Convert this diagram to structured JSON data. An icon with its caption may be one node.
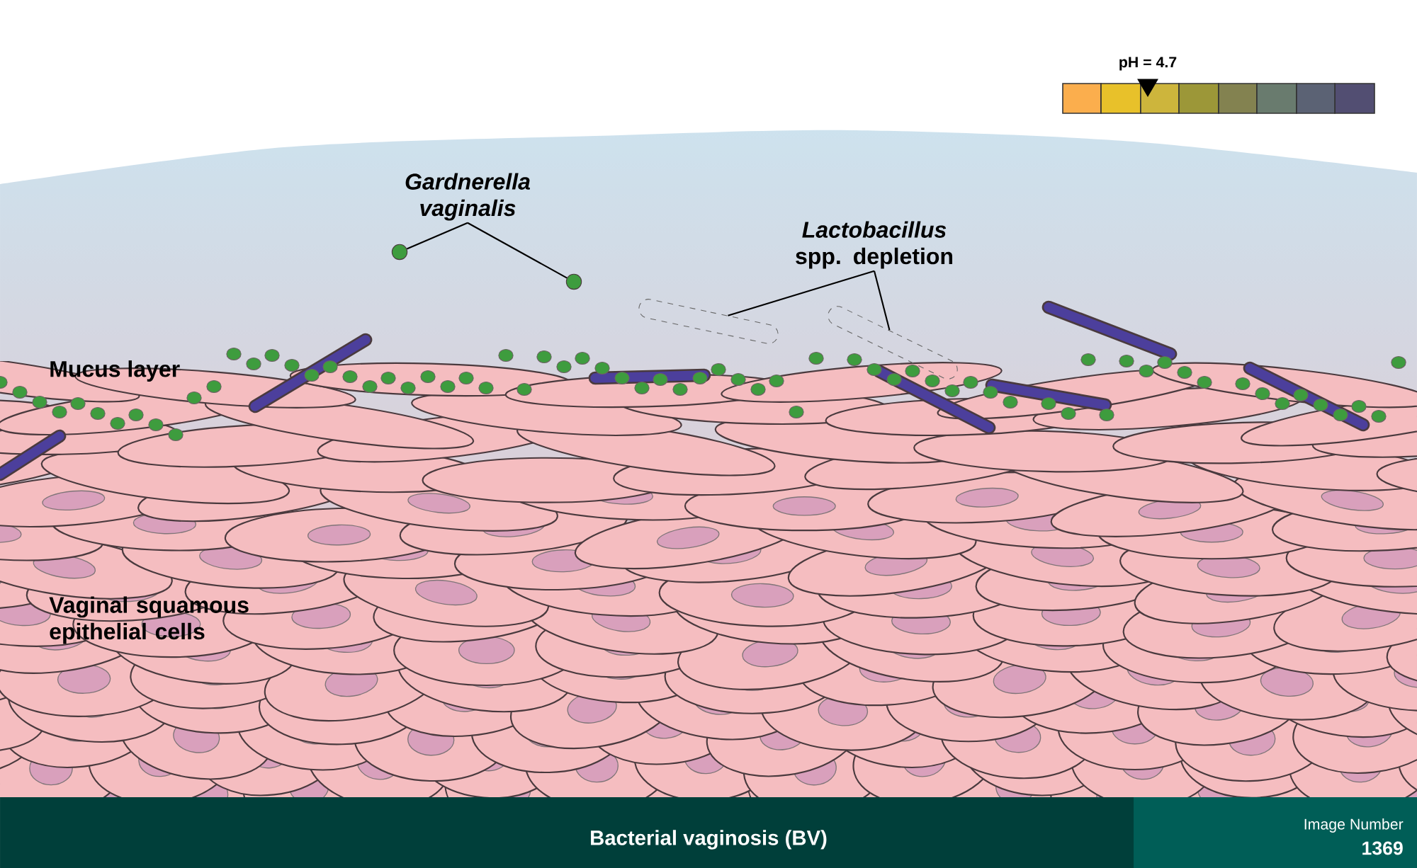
{
  "diagram": {
    "caption": "Bacterial vaginosis (BV)",
    "nodes": [
      {
        "text": [
          "Gardnerella vaginalis"
        ]
      },
      {
        "text": [],
        "shape": "circle"
      },
      {
        "text": [],
        "shape": "circle"
      },
      {
        "text": [
          "*Lactobacillus* spp. depletion"
        ]
      },
      {
        "text": [],
        "shape": "bar"
      },
      {
        "text": [],
        "shape": "bar"
      }
    ],
    "edges": [
      {
        "from": 0,
        "to": 1,
        "arrow": "none"
      },
      {
        "from": 0,
        "to": 2,
        "arrow": "none"
      },
      {
        "from": 3,
        "to": 4,
        "arrow": "none"
      },
      {
        "from": 3,
        "to": 5,
        "arrow": "none"
      }
    ],
    "labels": [
      "pH = 4.7",
      "Mucus layer",
      "Vaginal squamous epithelial cells",
      "Image Number",
      "1369"
    ]
  }
}
